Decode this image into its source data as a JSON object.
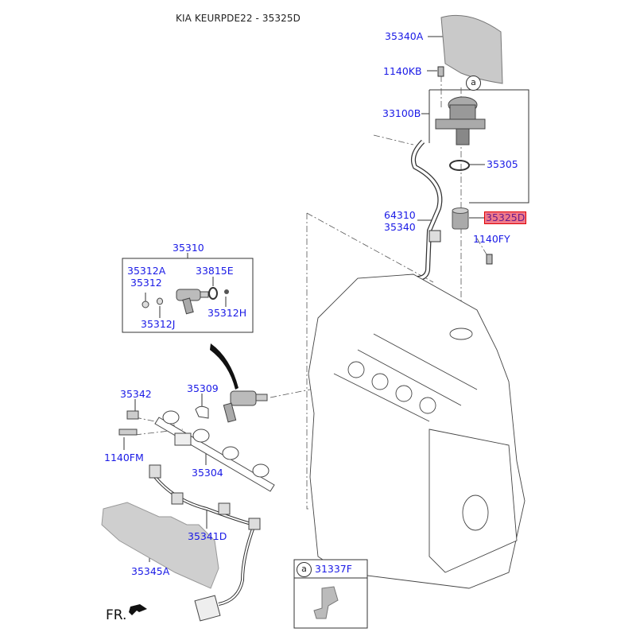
{
  "title": "KIA KEURPDE22 - 35325D",
  "highlighted_part": "35325D",
  "colors": {
    "label": "#1a1ae6",
    "highlight_fill": "#f07a8a",
    "highlight_border": "#e00000",
    "highlight_text": "#6a1a8a",
    "line": "#333333"
  },
  "parts": {
    "p35340A": "35340A",
    "p1140KB": "1140KB",
    "p33100B": "33100B",
    "p35305": "35305",
    "p64310": "64310",
    "p35340": "35340",
    "p35325D": "35325D",
    "p1140FY": "1140FY",
    "p35310": "35310",
    "p35312A": "35312A",
    "p35312": "35312",
    "p33815E": "33815E",
    "p35312J": "35312J",
    "p35312H": "35312H",
    "p35342": "35342",
    "p35309": "35309",
    "p1140FM": "1140FM",
    "p35304": "35304",
    "p35341D": "35341D",
    "p35345A": "35345A",
    "p31337F": "31337F"
  },
  "callouts": {
    "a_top": "a",
    "a_inset": "a"
  },
  "orientation": {
    "label": "FR."
  }
}
